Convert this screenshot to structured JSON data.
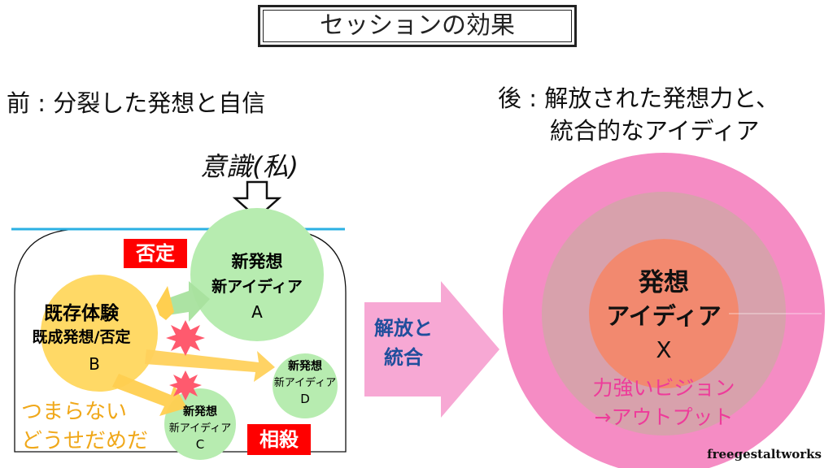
{
  "title": "セッションの効果",
  "before": {
    "heading": "前 : 分裂した発想と自信",
    "consciousness": "意識(私)",
    "tag_denial": "否定",
    "tag_cancel": "相殺",
    "existing": {
      "line1": "既存体験",
      "line2": "既成発想/否定",
      "letter": "B"
    },
    "idea_a": {
      "line1": "新発想",
      "line2": "新アイディア",
      "letter": "A"
    },
    "idea_c": {
      "line1": "新発想",
      "line2": "新アイディア",
      "letter": "C"
    },
    "idea_d": {
      "line1": "新発想",
      "line2": "新アイディア",
      "letter": "D"
    },
    "complaint": {
      "line1": "つまらない",
      "line2": "どうせだめだ"
    }
  },
  "transition": {
    "line1": "解放と",
    "line2": "統合"
  },
  "after": {
    "heading_line1": "後 : 解放された発想力と、",
    "heading_line2": "統合的なアイディア",
    "core": {
      "line1": "発想",
      "line2": "アイディア",
      "letter": "X"
    },
    "vision": {
      "line1": "力強いビジョン",
      "line2": "→アウトプット"
    }
  },
  "footer": "freegestaltworks",
  "colors": {
    "yellow": "#ffd966",
    "green": "#b7ecb0",
    "pink_outer": "#f58cc4",
    "gray_mid": "#d8a1ac",
    "salmon": "#f2896f",
    "magenta_text": "#ee3b9a",
    "blue_text": "#1f4e9c",
    "water_line": "#2bb0e3",
    "red_tag": "#ff0000",
    "orange_text": "#f0a81a"
  }
}
